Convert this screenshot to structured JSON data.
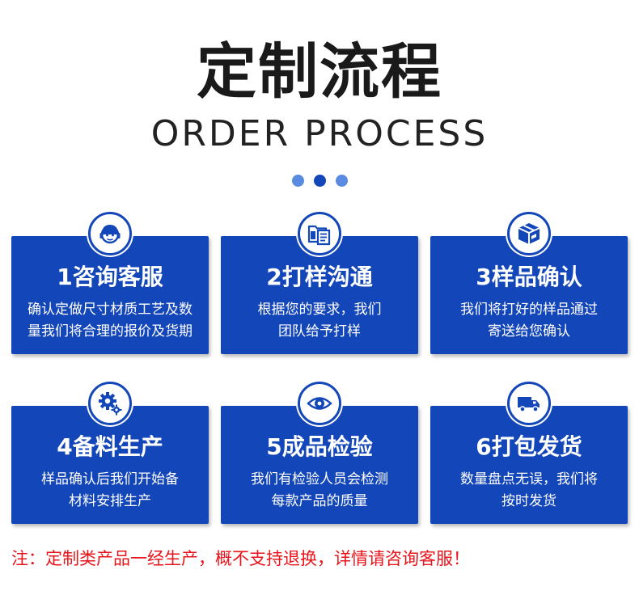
{
  "header": {
    "title_cn": "定制流程",
    "title_en": "ORDER PROCESS"
  },
  "colors": {
    "card_blue": "#1346b8",
    "dot_light": "#5a8be0",
    "dot_dark": "#1346b8",
    "note_red": "#e8141b",
    "title_dark": "#1a1a1a"
  },
  "steps": [
    {
      "icon": "customer-service-icon",
      "title": "1咨询客服",
      "desc_line1": "确认定做尺寸材质工艺及数",
      "desc_line2": "量我们将合理的报价及货期"
    },
    {
      "icon": "document-folder-icon",
      "title": "2打样沟通",
      "desc_line1": "根据您的要求，我们",
      "desc_line2": "团队给予打样"
    },
    {
      "icon": "package-box-icon",
      "title": "3样品确认",
      "desc_line1": "我们将打好的样品通过",
      "desc_line2": "寄送给您确认"
    },
    {
      "icon": "gears-icon",
      "title": "4备料生产",
      "desc_line1": "样品确认后我们开始备",
      "desc_line2": "材料安排生产"
    },
    {
      "icon": "eye-icon",
      "title": "5成品检验",
      "desc_line1": "我们有检验人员会检测",
      "desc_line2": "每款产品的质量"
    },
    {
      "icon": "delivery-truck-icon",
      "title": "6打包发货",
      "desc_line1": "数量盘点无误，我们将",
      "desc_line2": "按时发货"
    }
  ],
  "note": "注：定制类产品一经生产，概不支持退换，详情请咨询客服！"
}
